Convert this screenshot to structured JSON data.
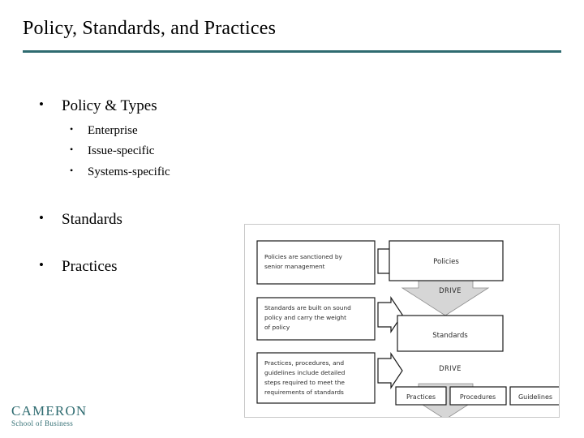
{
  "slide": {
    "title": "Policy, Standards, and Practices",
    "rule_color": "#2e6b70"
  },
  "content": {
    "bullets": [
      {
        "label": "Policy & Types",
        "marker": "•",
        "sub_items": [
          {
            "label": "Enterprise",
            "marker": "•"
          },
          {
            "label": "Issue-specific",
            "marker": "•"
          },
          {
            "label": "Systems-specific",
            "marker": "•"
          }
        ]
      },
      {
        "label": "Standards",
        "marker": "•",
        "sub_items": []
      },
      {
        "label": "Practices",
        "marker": "•",
        "sub_items": []
      }
    ]
  },
  "diagram": {
    "description_boxes": [
      {
        "lines": [
          "Policies are sanctioned by",
          "senior management"
        ]
      },
      {
        "lines": [
          "Standards are built on sound",
          "policy and carry the weight",
          "of policy"
        ]
      },
      {
        "lines": [
          "Practices, procedures, and",
          "guidelines include detailed",
          "steps required to meet the",
          "requirements of standards"
        ]
      }
    ],
    "hierarchy_boxes": [
      {
        "label": "Policies"
      },
      {
        "label": "Standards"
      }
    ],
    "leaf_boxes": [
      {
        "label": "Practices"
      },
      {
        "label": "Procedures"
      },
      {
        "label": "Guidelines"
      }
    ],
    "connector_labels": [
      {
        "label": "DRIVE"
      },
      {
        "label": "DRIVE"
      }
    ],
    "colors": {
      "frame_border": "#c9c9c9",
      "box_border": "#1a1a1a",
      "drive_fill": "#d6d6d6",
      "text": "#2b2b2b"
    }
  },
  "footer": {
    "logo_main": "CAMERON",
    "logo_sub": "School of Business",
    "logo_color": "#2e6b70"
  }
}
